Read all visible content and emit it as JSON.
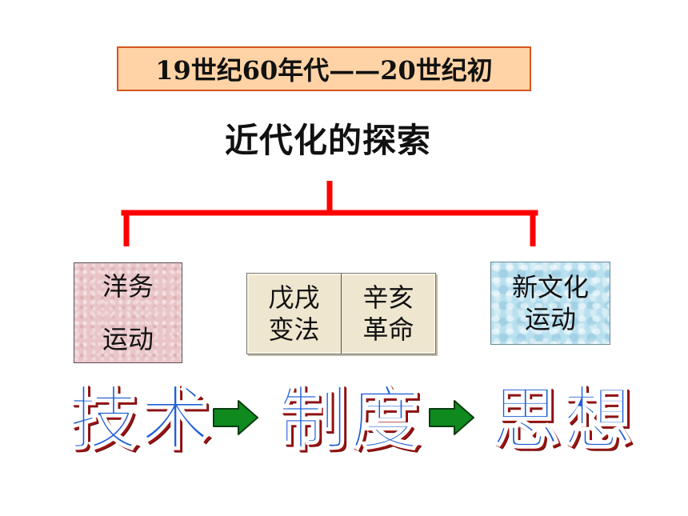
{
  "period": "19世纪60年代——20世纪初",
  "title": "近代化的探索",
  "nodes": {
    "yangwu": {
      "line1": "洋务",
      "line2": "运动"
    },
    "wuxu": {
      "line1": "戊戌",
      "line2": "变法"
    },
    "xinhai": {
      "line1": "辛亥",
      "line2": "革命"
    },
    "xinwenhua": {
      "line1": "新文化",
      "line2": "运动"
    }
  },
  "progression": [
    {
      "word": "技术"
    },
    {
      "word": "制度"
    },
    {
      "word": "思想"
    }
  ],
  "colors": {
    "connector": "#ff0000",
    "arrow_fill": "#0f8a1e",
    "arrow_stroke": "#0a3d10",
    "big_text": "#1f5fd6",
    "big_text_shadow": "#9a1414",
    "period_fill": "#ffd3a5",
    "period_border": "#d4561e"
  },
  "icons": {
    "arrow": "right-arrow-icon"
  }
}
